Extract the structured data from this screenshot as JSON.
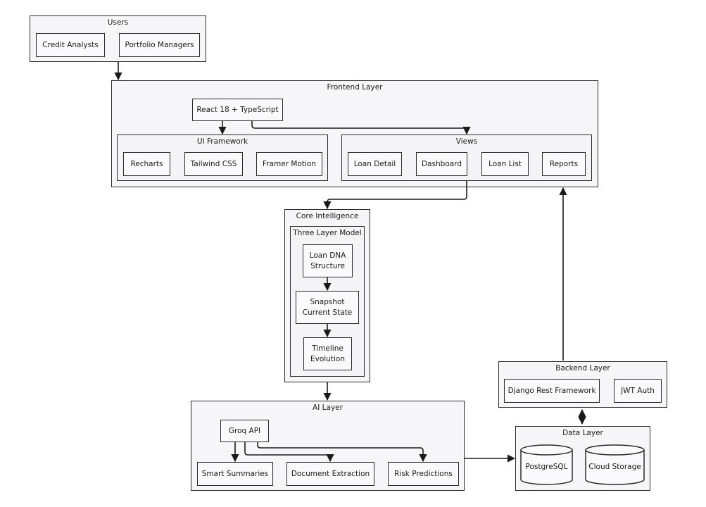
{
  "groups": {
    "users": "Users",
    "frontend": "Frontend Layer",
    "ui_framework": "UI Framework",
    "views": "Views",
    "core_intelligence": "Core Intelligence",
    "three_layer_model": "Three Layer Model",
    "ai_layer": "AI Layer",
    "backend": "Backend Layer",
    "data": "Data Layer"
  },
  "nodes": {
    "credit_analysts": "Credit Analysts",
    "portfolio_managers": "Portfolio Managers",
    "react": "React 18 + TypeScript",
    "recharts": "Recharts",
    "tailwind": "Tailwind CSS",
    "framer": "Framer Motion",
    "loan_detail": "Loan Detail",
    "dashboard": "Dashboard",
    "loan_list": "Loan List",
    "reports": "Reports",
    "loan_dna": "Loan DNA\nStructure",
    "snapshot": "Snapshot\nCurrent State",
    "timeline": "Timeline\nEvolution",
    "groq": "Groq API",
    "smart_summaries": "Smart Summaries",
    "document_extraction": "Document Extraction",
    "risk_predictions": "Risk Predictions",
    "django": "Django Rest Framework",
    "jwt": "JWT Auth",
    "postgresql": "PostgreSQL",
    "cloud_storage": "Cloud Storage"
  },
  "colors": {
    "line": "#1a1a1a",
    "group_fill": "#f6f6f9",
    "node_fill": "#fafafc"
  }
}
